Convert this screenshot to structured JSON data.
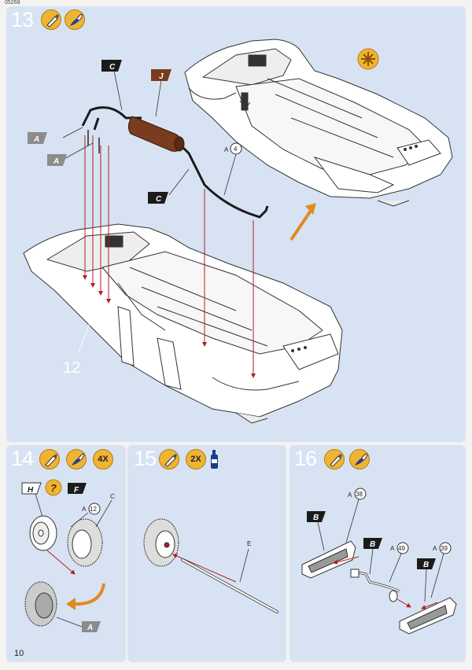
{
  "doc_id": "05268",
  "page_number": "10",
  "step13": {
    "number": "13",
    "icons": [
      "glue-icon",
      "brush-paint-icon"
    ],
    "part_label": "12",
    "callout_a4": {
      "letter": "A",
      "num": "4"
    },
    "flags": {
      "c_top": "C",
      "j": "J",
      "a_left1": "A",
      "a_left2": "A",
      "c_bottom": "C"
    },
    "note_icon": "star-option-icon"
  },
  "step14": {
    "number": "14",
    "count": "4X",
    "flags": {
      "h": "H",
      "question": "?",
      "f": "F",
      "a_bottom": "A"
    },
    "callout_a12": {
      "letter": "A",
      "num": "12"
    },
    "label_c": "C"
  },
  "step15": {
    "number": "15",
    "count": "2X",
    "label_e": "E"
  },
  "step16": {
    "number": "16",
    "callout_a38": {
      "letter": "A",
      "num": "38"
    },
    "callout_a49": {
      "letter": "A",
      "num": "49"
    },
    "callout_a39": {
      "letter": "A",
      "num": "39"
    },
    "flags": {
      "b1": "B",
      "b2": "B",
      "b3": "B"
    }
  },
  "colors": {
    "panel": "#d7e3f3",
    "icon_fill": "#efb432",
    "flag_dark": "#1b1b1b",
    "flag_brown": "#7a3b1f",
    "flag_grey": "#8c8c8c",
    "arrow_red": "#b21e24",
    "arrow_orange": "#e38a1e"
  }
}
